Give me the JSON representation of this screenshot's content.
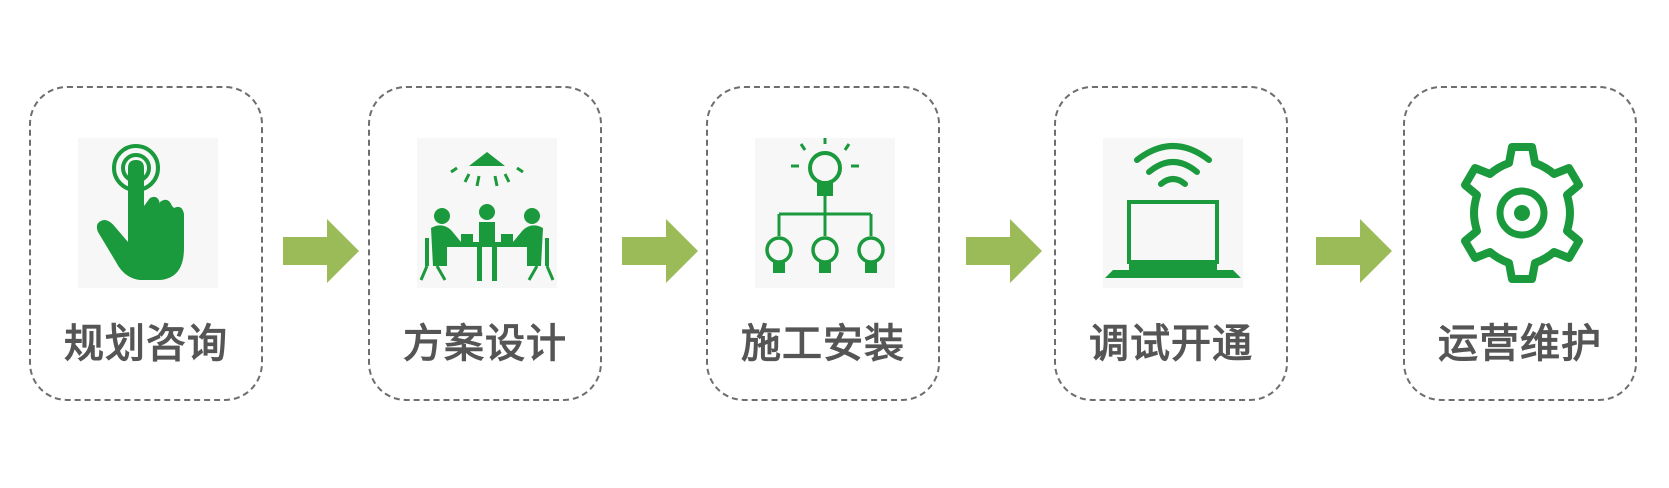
{
  "colors": {
    "icon_green": "#1a9a3c",
    "arrow_green": "#9bbb59",
    "label_gray": "#555555",
    "border_gray": "#6e6e6e"
  },
  "steps": [
    {
      "label": "规划咨询",
      "icon": "hand-touch-icon"
    },
    {
      "label": "方案设计",
      "icon": "meeting-table-icon"
    },
    {
      "label": "施工安装",
      "icon": "lightbulb-network-icon"
    },
    {
      "label": "调试开通",
      "icon": "laptop-wifi-icon"
    },
    {
      "label": "运营维护",
      "icon": "gear-icon"
    }
  ]
}
